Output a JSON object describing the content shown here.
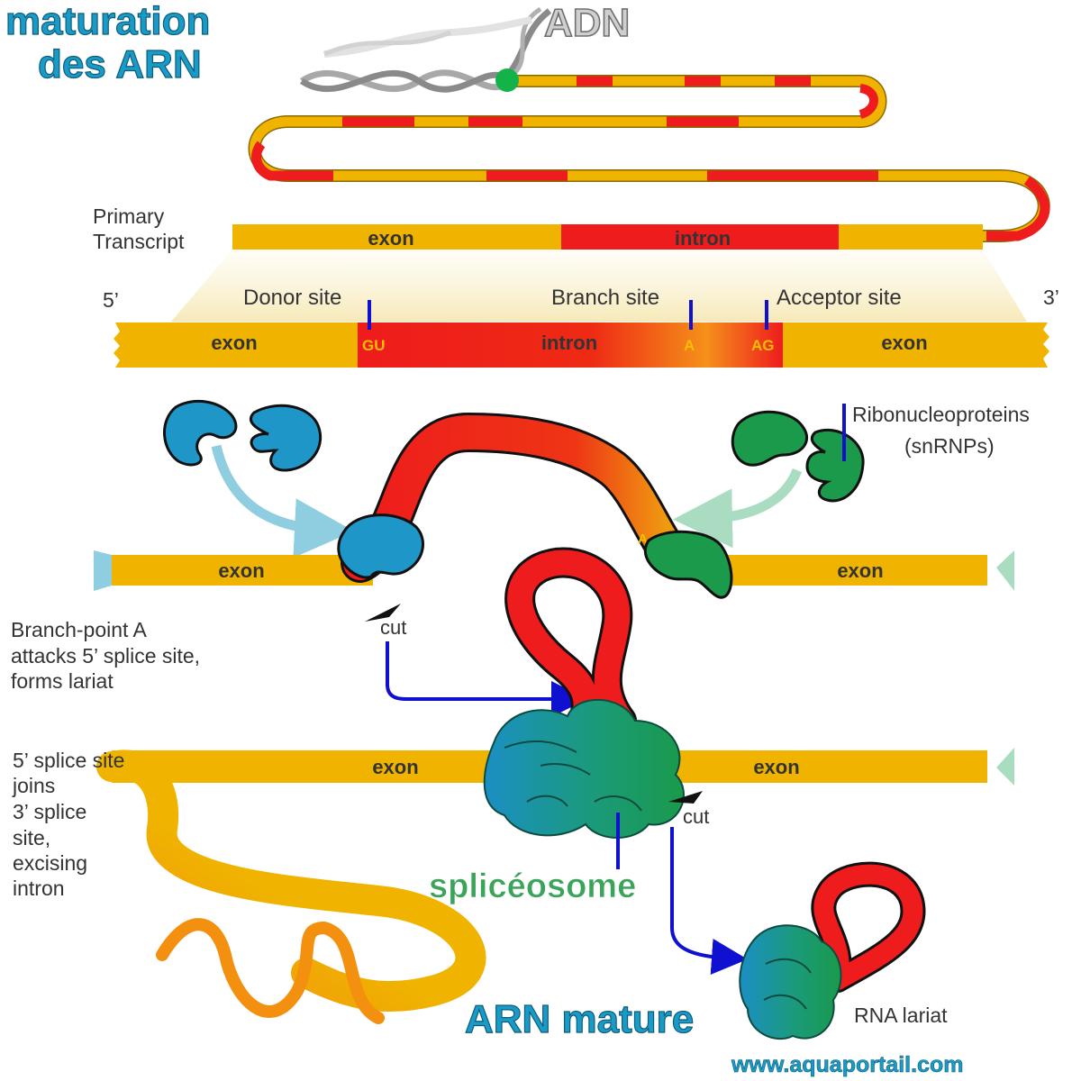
{
  "title": {
    "line1": "maturation",
    "line2": "des ARN"
  },
  "dna_label": "ADN",
  "primary_transcript": {
    "label_line1": "Primary",
    "label_line2": "Transcript",
    "exon": "exon",
    "intron": "intron"
  },
  "splice_sites": {
    "five_prime": "5’",
    "three_prime": "3’",
    "donor": "Donor site",
    "branch": "Branch site",
    "acceptor": "Acceptor site",
    "exon_left": "exon",
    "exon_right": "exon",
    "intron": "intron",
    "gu": "GU",
    "a": "A",
    "ag": "AG"
  },
  "snrnp": {
    "label_line1": "Ribonucleoproteins",
    "label_line2": "(snRNPs)",
    "exon_left": "exon",
    "exon_right": "exon",
    "a": "A"
  },
  "cut_label": "cut",
  "step1": {
    "line1": "Branch-point A",
    "line2": "attacks 5’ splice site,",
    "line3": "forms lariat"
  },
  "step2": {
    "exon_left": "exon",
    "exon_right": "exon"
  },
  "step3": {
    "line1": "5’ splice site",
    "line2": "joins",
    "line3": "3’ splice",
    "line4": "site,",
    "line5": "excising",
    "line6": "intron"
  },
  "spliceosome_label": "splicéosome",
  "mature_label": "ARN mature",
  "lariat_label": "RNA lariat",
  "watermark": "www.aquaportail.com",
  "colors": {
    "exon": "#f0b400",
    "intron": "#ee1c1c",
    "title": "#1a9bc7",
    "snrnp_blue": "#1f96c8",
    "snrnp_green": "#1a9a4a",
    "marker": "#1010d0",
    "spliceosome_text": "#3aa55a"
  }
}
